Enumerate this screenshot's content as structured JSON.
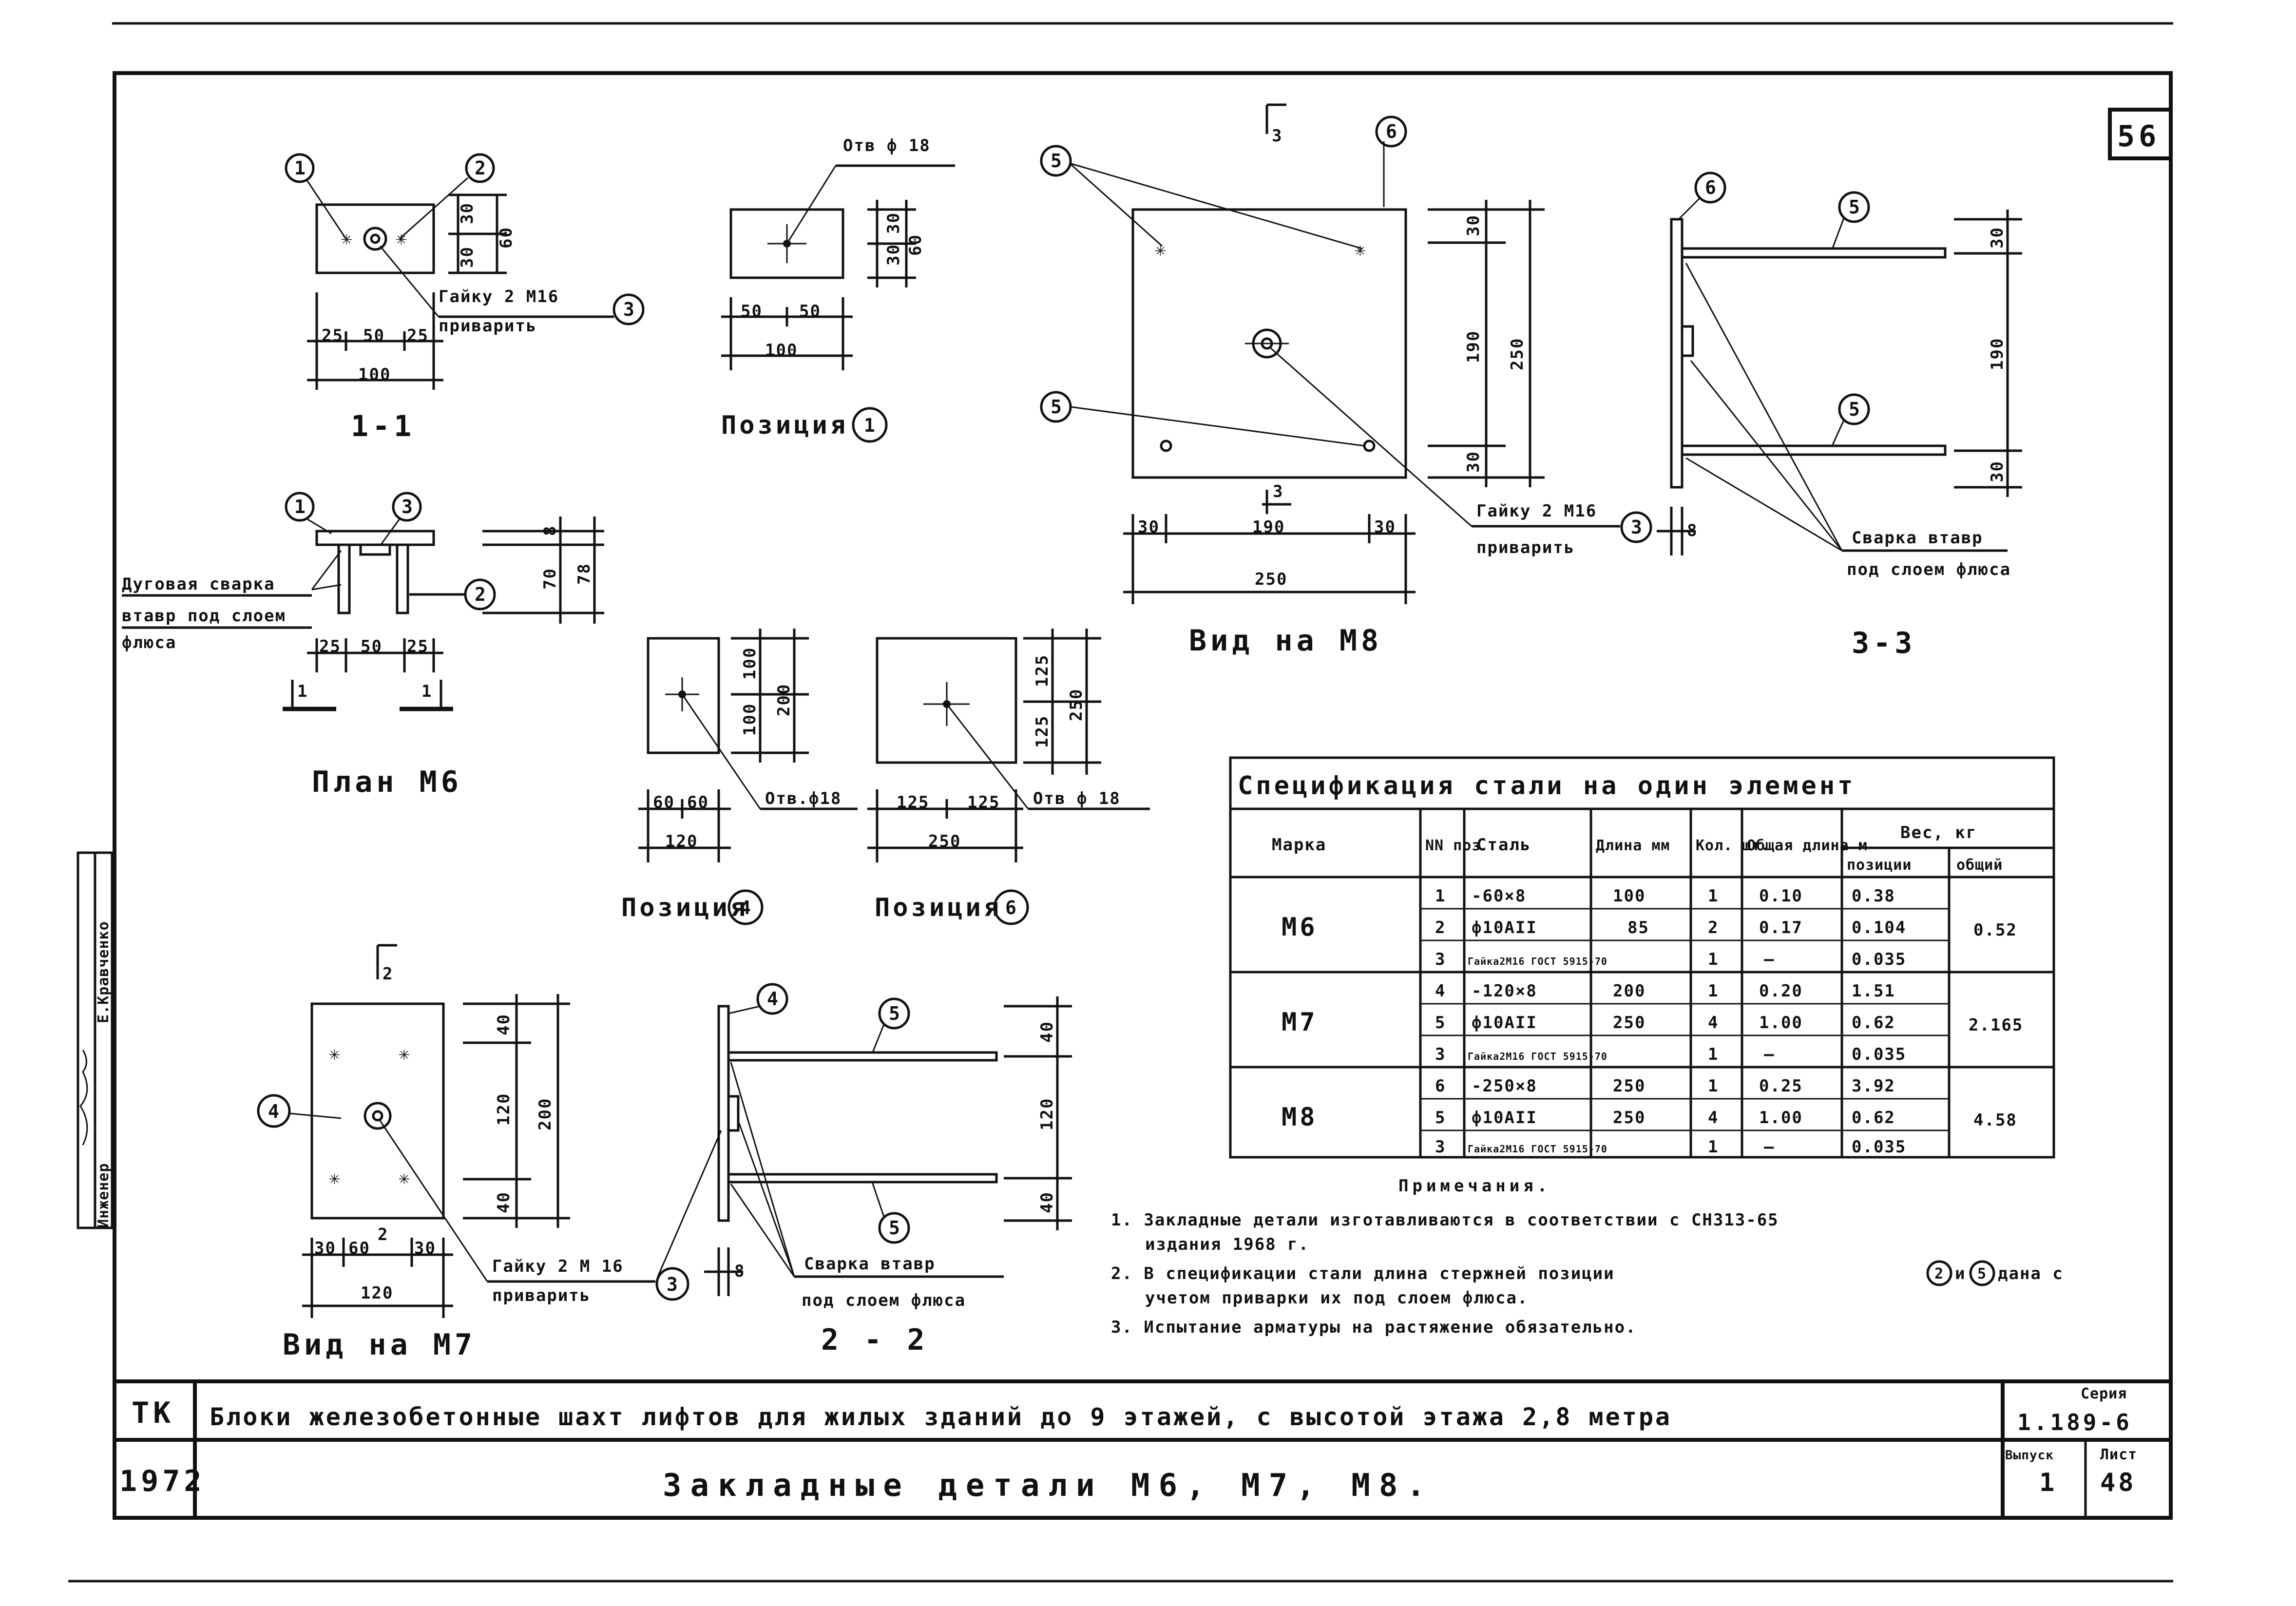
{
  "sheet": {
    "number": "56",
    "designer_label": "Инженер",
    "designer_name": "Е.Кравченко"
  },
  "views": {
    "sec11": {
      "title": "1-1",
      "dims": [
        "100",
        "25",
        "50",
        "25",
        "60",
        "30",
        "30"
      ],
      "note": "Гайку 2 М16",
      "note2": "приварить",
      "callouts": [
        "1",
        "2",
        "3"
      ]
    },
    "pos1": {
      "title": "Позиция",
      "marker": "1",
      "hole": "Отв ф 18",
      "dims": [
        "100",
        "50",
        "50",
        "60",
        "30",
        "30"
      ]
    },
    "plan_m6": {
      "title": "План М6",
      "weld1": "Дуговая сварка",
      "weld2": "втавр под слоем",
      "weld3": "флюса",
      "dims": [
        "25",
        "50",
        "25",
        "78",
        "70",
        "8"
      ],
      "cut": "1",
      "callouts": [
        "1",
        "3",
        "2"
      ]
    },
    "pos4": {
      "title": "Позиция",
      "marker": "4",
      "hole": "Отв.ф18",
      "dims": [
        "120",
        "60",
        "60",
        "200",
        "100",
        "100"
      ]
    },
    "pos6": {
      "title": "Позиция",
      "marker": "6",
      "hole": "Отв ф 18",
      "dims": [
        "250",
        "125",
        "125",
        "250",
        "125",
        "125"
      ]
    },
    "view_m8": {
      "title": "Вид на М8",
      "note": "Гайку 2 М16",
      "note2": "приварить",
      "dims": [
        "250",
        "30",
        "190",
        "30",
        "250",
        "30",
        "190",
        "30"
      ],
      "cut": "3",
      "callouts": [
        "5",
        "6",
        "5",
        "3"
      ]
    },
    "sec33": {
      "title": "3-3",
      "weld1": "Сварка втавр",
      "weld2": "под слоем флюса",
      "dims": [
        "30",
        "190",
        "30",
        "8"
      ],
      "callouts": [
        "6",
        "5",
        "5"
      ]
    },
    "view_m7": {
      "title": "Вид на М7",
      "note": "Гайку 2 М 16",
      "note2": "приварить",
      "dims": [
        "120",
        "30",
        "60",
        "30",
        "200",
        "40",
        "120",
        "40"
      ],
      "cut": "2",
      "callouts": [
        "4",
        "3"
      ]
    },
    "sec22": {
      "title": "2 - 2",
      "weld1": "Сварка втавр",
      "weld2": "под слоем флюса",
      "dims": [
        "40",
        "120",
        "40",
        "8"
      ],
      "callouts": [
        "4",
        "5",
        "5"
      ]
    }
  },
  "spec": {
    "title": "Спецификация стали на один элемент",
    "headers": {
      "mark": "Марка",
      "pos": "NN поз",
      "steel": "Сталь",
      "length": "Длина мм",
      "qty": "Кол. шт.",
      "total": "Общая длина м",
      "weight": "Вес, кг",
      "w_pos": "позиции",
      "w_total": "общий"
    },
    "groups": [
      {
        "mark": "М6",
        "total": "0.52",
        "rows": [
          {
            "pos": "1",
            "steel": "-60×8",
            "length": "100",
            "qty": "1",
            "tlen": "0.10",
            "wpos": "0.38"
          },
          {
            "pos": "2",
            "steel": "ф10АII",
            "length": "85",
            "qty": "2",
            "tlen": "0.17",
            "wpos": "0.104"
          },
          {
            "pos": "3",
            "steel": "Гайка2М16 ГОСТ 5915-70",
            "length": "",
            "qty": "1",
            "tlen": "—",
            "wpos": "0.035"
          }
        ]
      },
      {
        "mark": "М7",
        "total": "2.165",
        "rows": [
          {
            "pos": "4",
            "steel": "-120×8",
            "length": "200",
            "qty": "1",
            "tlen": "0.20",
            "wpos": "1.51"
          },
          {
            "pos": "5",
            "steel": "ф10АII",
            "length": "250",
            "qty": "4",
            "tlen": "1.00",
            "wpos": "0.62"
          },
          {
            "pos": "3",
            "steel": "Гайка2М16 ГОСТ 5915-70",
            "length": "",
            "qty": "1",
            "tlen": "—",
            "wpos": "0.035"
          }
        ]
      },
      {
        "mark": "М8",
        "total": "4.58",
        "rows": [
          {
            "pos": "6",
            "steel": "-250×8",
            "length": "250",
            "qty": "1",
            "tlen": "0.25",
            "wpos": "3.92"
          },
          {
            "pos": "5",
            "steel": "ф10АII",
            "length": "250",
            "qty": "4",
            "tlen": "1.00",
            "wpos": "0.62"
          },
          {
            "pos": "3",
            "steel": "Гайка2М16 ГОСТ 5915-70",
            "length": "",
            "qty": "1",
            "tlen": "—",
            "wpos": "0.035"
          }
        ]
      }
    ]
  },
  "notes": {
    "title": "Примечания.",
    "n1a": "1. Закладные детали изготавливаются в соответствии с СН313-65",
    "n1b": "издания 1968 г.",
    "n2a": "2. В спецификации стали длина стержней позиции",
    "n2b": "и",
    "n2c": "дана с",
    "n2d": "учетом приварки их под слоем флюса.",
    "n3": "3. Испытание арматуры на растяжение обязательно.",
    "c2": "2",
    "c5": "5"
  },
  "titleblock": {
    "org": "ТК",
    "year": "1972",
    "project": "Блоки железобетонные шахт лифтов для жилых зданий до 9 этажей, с высотой этажа 2,8 метра",
    "drawing": "Закладные детали М6, М7, М8.",
    "series_label": "Серия",
    "series": "1.189-6",
    "issue_label": "Выпуск",
    "issue": "1",
    "sheet_label": "Лист",
    "sheet": "48"
  }
}
